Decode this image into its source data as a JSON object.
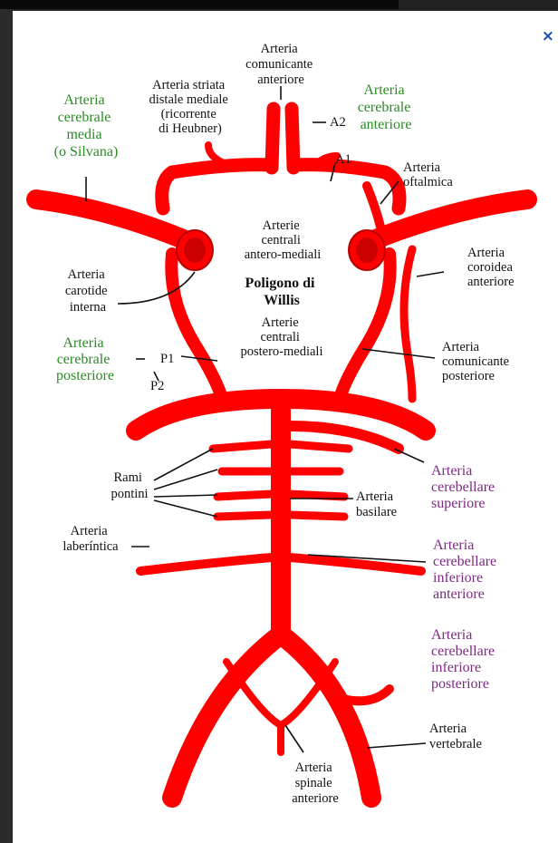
{
  "dialog": {
    "close_symbol": "×"
  },
  "diagram": {
    "title_line1": "Poligono di",
    "title_line2": "Willis",
    "labels": {
      "comunicante_anteriore": [
        "Arteria",
        "comunicante",
        "anteriore"
      ],
      "striata_distale": [
        "Arteria striata",
        "distale mediale",
        "(ricorrente",
        "di Heubner)"
      ],
      "cerebrale_media": [
        "Arteria",
        "cerebrale",
        "media",
        "(o Silvana)"
      ],
      "cerebrale_anteriore": [
        "Arteria",
        "cerebrale",
        "anteriore"
      ],
      "a2": "A2",
      "a1": "A1",
      "oftalmica": [
        "Arteria",
        "oftalmica"
      ],
      "centrali_antero_mediali": [
        "Arterie",
        "centrali",
        "antero-mediali"
      ],
      "carotide_interna": [
        "Arteria",
        "carotide",
        "interna"
      ],
      "coroidea_anteriore": [
        "Arteria",
        "coroidea",
        "anteriore"
      ],
      "centrali_postero_mediali": [
        "Arterie",
        "centrali",
        "postero-mediali"
      ],
      "cerebrale_posteriore": [
        "Arteria",
        "cerebrale",
        "posteriore"
      ],
      "p1": "P1",
      "p2": "P2",
      "comunicante_posteriore": [
        "Arteria",
        "comunicante",
        "posteriore"
      ],
      "rami_pontini": [
        "Rami",
        "pontini"
      ],
      "basilare": [
        "Arteria",
        "basilare"
      ],
      "cerebellare_superiore": [
        "Arteria",
        "cerebellare",
        "superiore"
      ],
      "laberintica": [
        "Arteria",
        "laberíntica"
      ],
      "cerebellare_inferiore_anteriore": [
        "Arteria",
        "cerebellare",
        "inferiore",
        "anteriore"
      ],
      "cerebellare_inferiore_posteriore": [
        "Arteria",
        "cerebellare",
        "inferiore",
        "posteriore"
      ],
      "vertebrale": [
        "Arteria",
        "vertebrale"
      ],
      "spinale_anteriore": [
        "Arteria",
        "spinale",
        "anteriore"
      ]
    },
    "colors": {
      "artery": "#ff0000",
      "artery_edge": "#b40000",
      "green_label": "#2a8a24",
      "purple_label": "#7b2a82",
      "close_icon": "#1b4fb3"
    }
  }
}
